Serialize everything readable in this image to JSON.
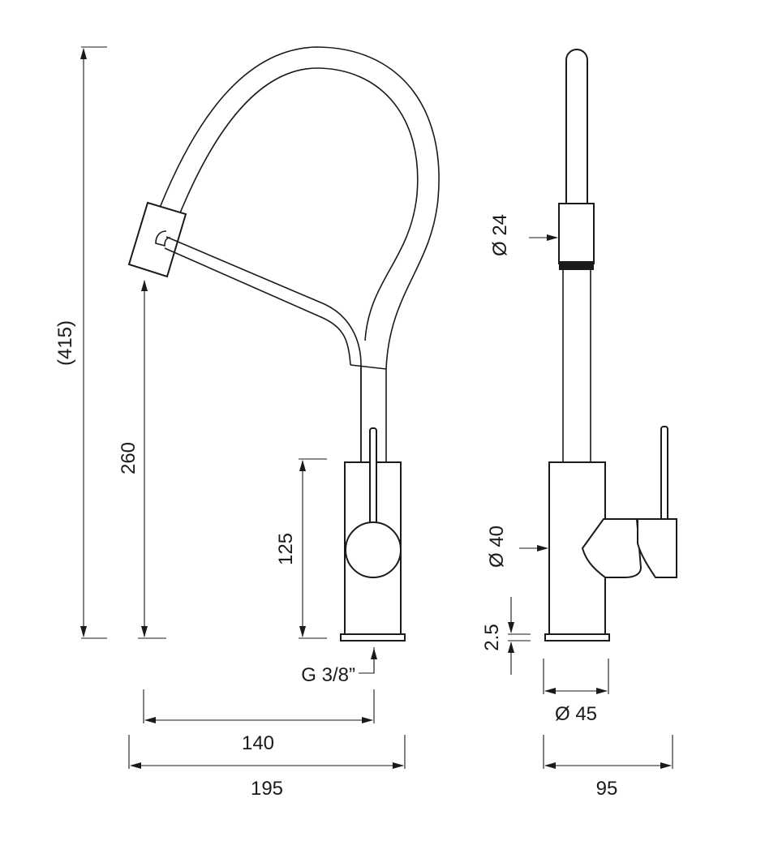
{
  "front_view": {
    "total_height_label": "(415)",
    "spout_height_label": "260",
    "body_height_label": "125",
    "connection_label": "G 3/8”",
    "spout_reach_label": "140",
    "total_depth_label": "195"
  },
  "side_view": {
    "spout_diameter_label": "Ø 24",
    "body_diameter_label": "Ø 40",
    "base_thickness_label": "2.5",
    "base_diameter_label": "Ø 45",
    "total_width_label": "95"
  },
  "colors": {
    "line": "#1a1a1a",
    "background": "#ffffff"
  }
}
